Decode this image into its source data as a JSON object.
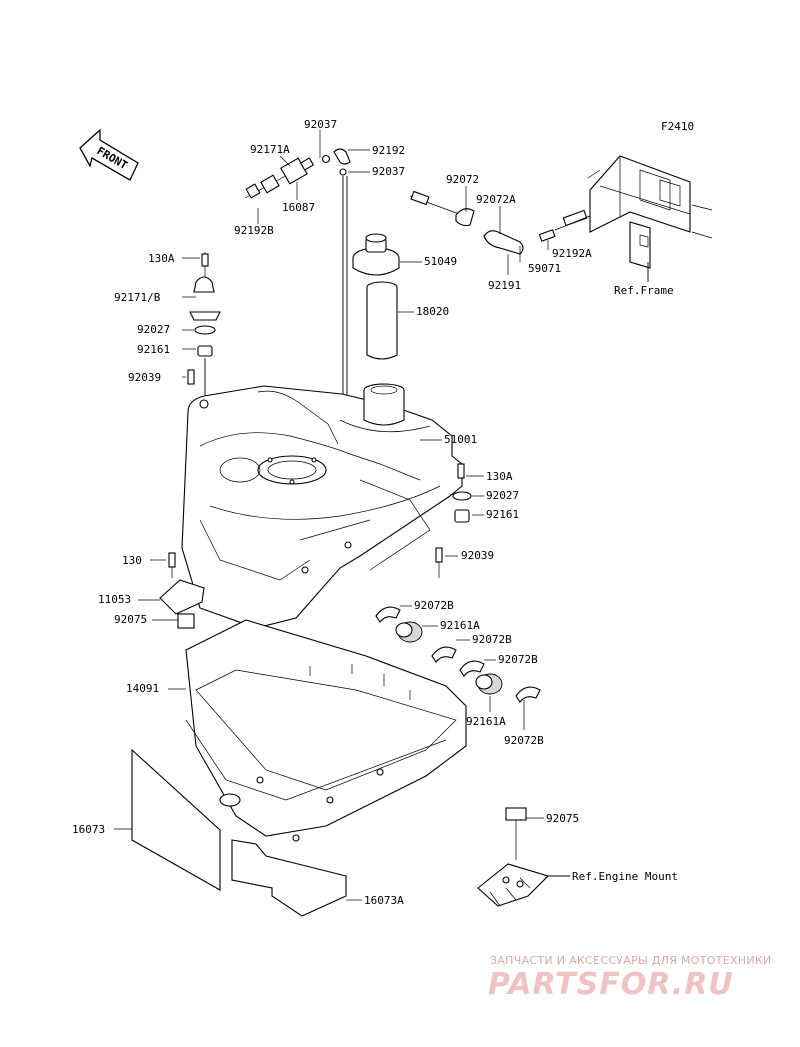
{
  "figure_code": "F2410",
  "front_arrow_text": "FRONT",
  "part_labels": [
    "92037",
    "92171A",
    "92192",
    "92037",
    "16087",
    "92192B",
    "92072",
    "92072A",
    "92192A",
    "59071",
    "92191",
    "51049",
    "Ref.Frame",
    "130A",
    "92171/B",
    "18020",
    "92027",
    "92161",
    "92039",
    "51001",
    "130A",
    "92027",
    "92161",
    "92039",
    "130",
    "11053",
    "92075",
    "92072B",
    "92161A",
    "92072B",
    "92072B",
    "14091",
    "92161A",
    "92072B",
    "16073",
    "92075",
    "Ref.Engine Mount",
    "16073A"
  ],
  "watermark": {
    "tagline": "ЗАПЧАСТИ И АКСЕССУАРЫ ДЛЯ МОТОТЕХНИКИ",
    "brand": "PARTSFOR.RU"
  }
}
